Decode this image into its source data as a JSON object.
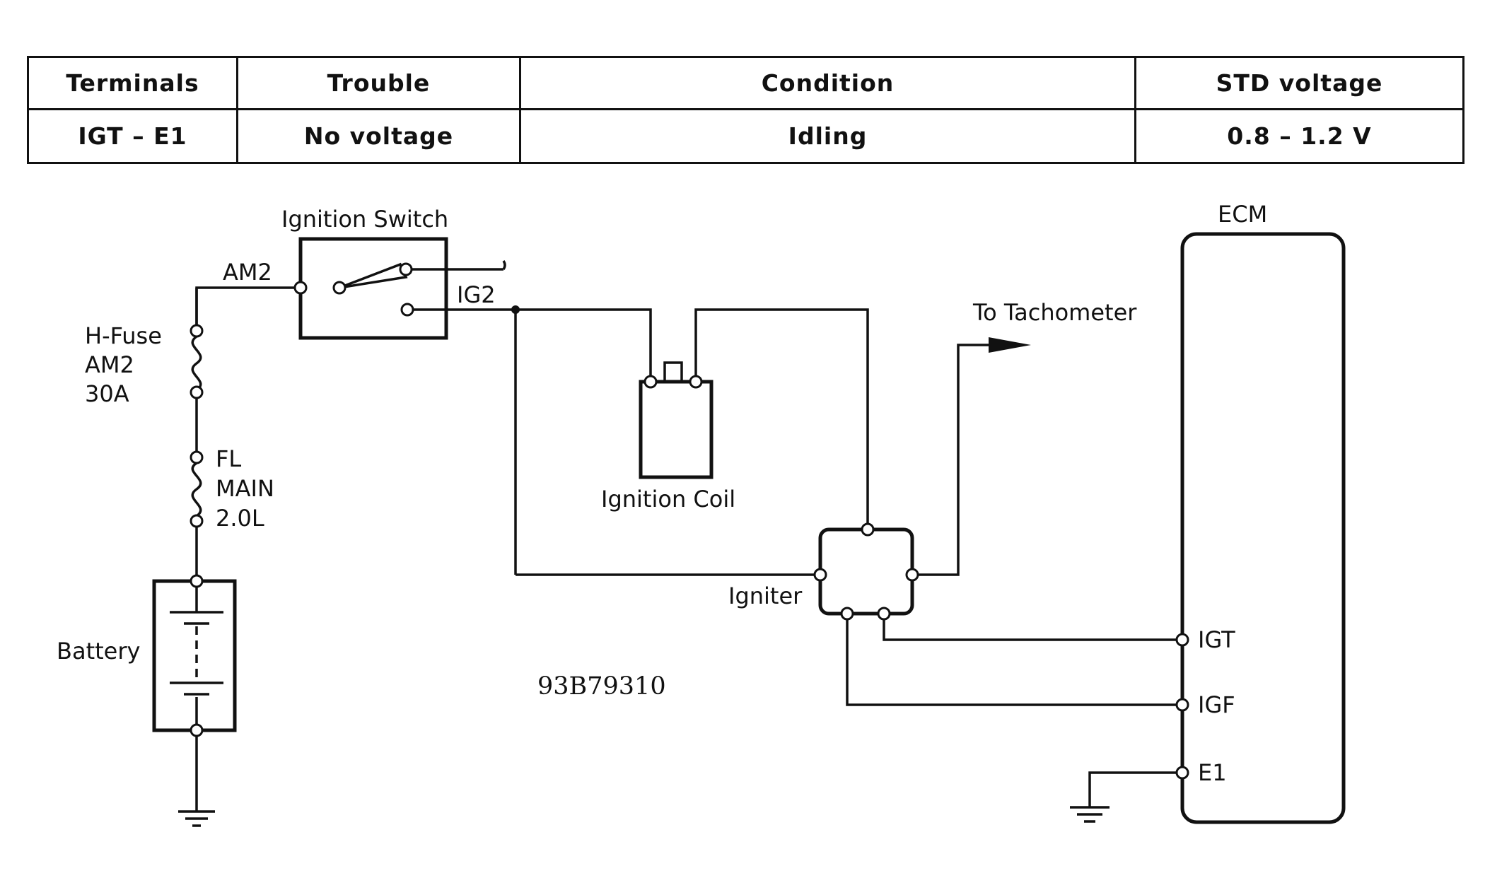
{
  "table": {
    "headers": [
      "Terminals",
      "Trouble",
      "Condition",
      "STD voltage"
    ],
    "row": [
      "IGT – E1",
      "No voltage",
      "Idling",
      "0.8 – 1.2 V"
    ]
  },
  "diagram": {
    "ignition_switch_label": "Ignition Switch",
    "am2_label": "AM2",
    "ig2_label": "IG2",
    "fuse_am2_lines": [
      "H-Fuse",
      "AM2",
      "30A"
    ],
    "fuse_main_lines": [
      "FL",
      "MAIN",
      "2.0L"
    ],
    "battery_label": "Battery",
    "ignition_coil_label": "Ignition Coil",
    "tachometer_label": "To Tachometer",
    "igniter_label": "Igniter",
    "ecm_label": "ECM",
    "ecm_terminals": [
      "IGT",
      "IGF",
      "E1"
    ],
    "figure_code": "93B79310"
  }
}
